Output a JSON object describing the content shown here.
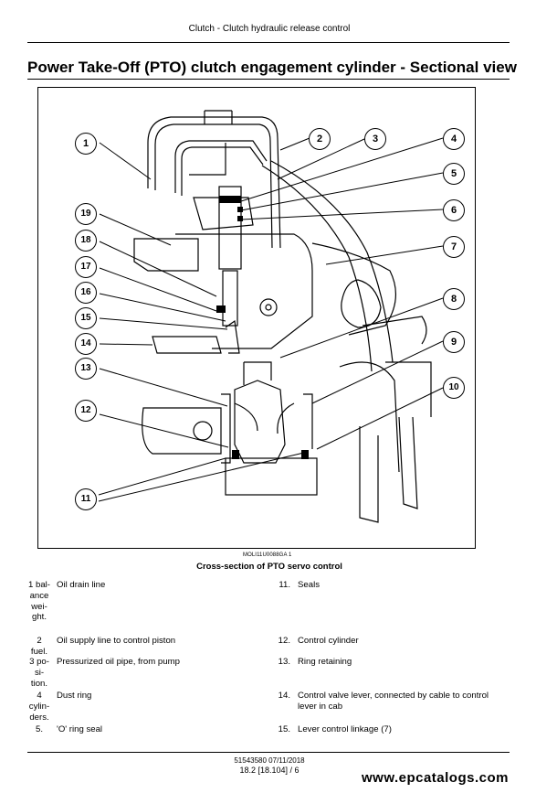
{
  "header": {
    "section": "Clutch - Clutch hydraulic release control"
  },
  "title": "Power Take-Off (PTO) clutch engagement cylinder - Sectional view",
  "figure": {
    "code": "MOLI11U0088GA     1",
    "callouts": [
      "1",
      "2",
      "3",
      "4",
      "5",
      "6",
      "7",
      "8",
      "9",
      "10",
      "11",
      "12",
      "13",
      "14",
      "15",
      "16",
      "17",
      "18",
      "19"
    ],
    "caption": "Cross-section of PTO servo control"
  },
  "legend_left": [
    {
      "num": "1 bal- ance wei- ght.",
      "text": "Oil drain line"
    },
    {
      "num": "2 fuel.",
      "text": "Oil supply line to control piston"
    },
    {
      "num": "3 po- si- tion.",
      "text": "Pressurized oil pipe, from pump"
    },
    {
      "num": "4 cylin- ders.",
      "text": "Dust ring"
    },
    {
      "num": "5.",
      "text": "'O' ring seal"
    }
  ],
  "legend_right": [
    {
      "num": "11.",
      "text": "Seals"
    },
    {
      "num": "12.",
      "text": "Control cylinder"
    },
    {
      "num": "13.",
      "text": "Ring retaining"
    },
    {
      "num": "14.",
      "text": "Control valve lever, connected by cable to control lever in cab"
    },
    {
      "num": "15.",
      "text": "Lever control linkage (7)"
    }
  ],
  "footer": {
    "doc_ref": "51543580 07/11/2018",
    "page_ref": "18.2 [18.104] / 6"
  },
  "watermark": "www.epcatalogs.com"
}
